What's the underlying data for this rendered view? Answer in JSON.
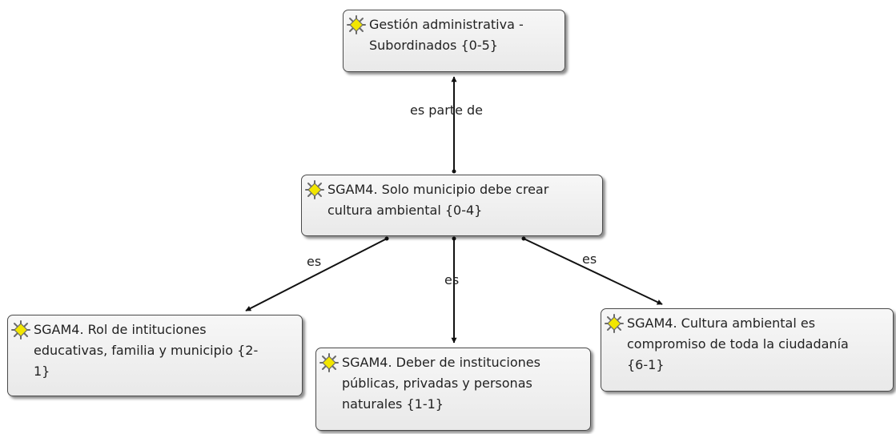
{
  "colors": {
    "node_fill": "#efefef",
    "node_border": "#4a4a4a",
    "link": "#111111",
    "icon_fill": "#f2e600",
    "icon_outline": "#6b6b6b"
  },
  "icon": "code-icon",
  "nodes": {
    "top": {
      "line1": "Gestión administrativa -",
      "line2": "Subordinados {0-5}"
    },
    "center": {
      "line1": "SGAM4. Solo municipio debe crear",
      "line2": "cultura ambiental {0-4}"
    },
    "left": {
      "line1": "SGAM4. Rol de intituciones",
      "line2": "educativas, familia y municipio {2-",
      "line3": "1}"
    },
    "middle": {
      "line1": "SGAM4. Deber de instituciones",
      "line2": "públicas, privadas y personas",
      "line3": "naturales {1-1}"
    },
    "right": {
      "line1": "SGAM4. Cultura ambiental es",
      "line2": "compromiso de toda la ciudadanía",
      "line3": "{6-1}"
    }
  },
  "relations": {
    "part_of": "es parte de",
    "is_left": "es",
    "is_middle": "es",
    "is_right": "es"
  }
}
